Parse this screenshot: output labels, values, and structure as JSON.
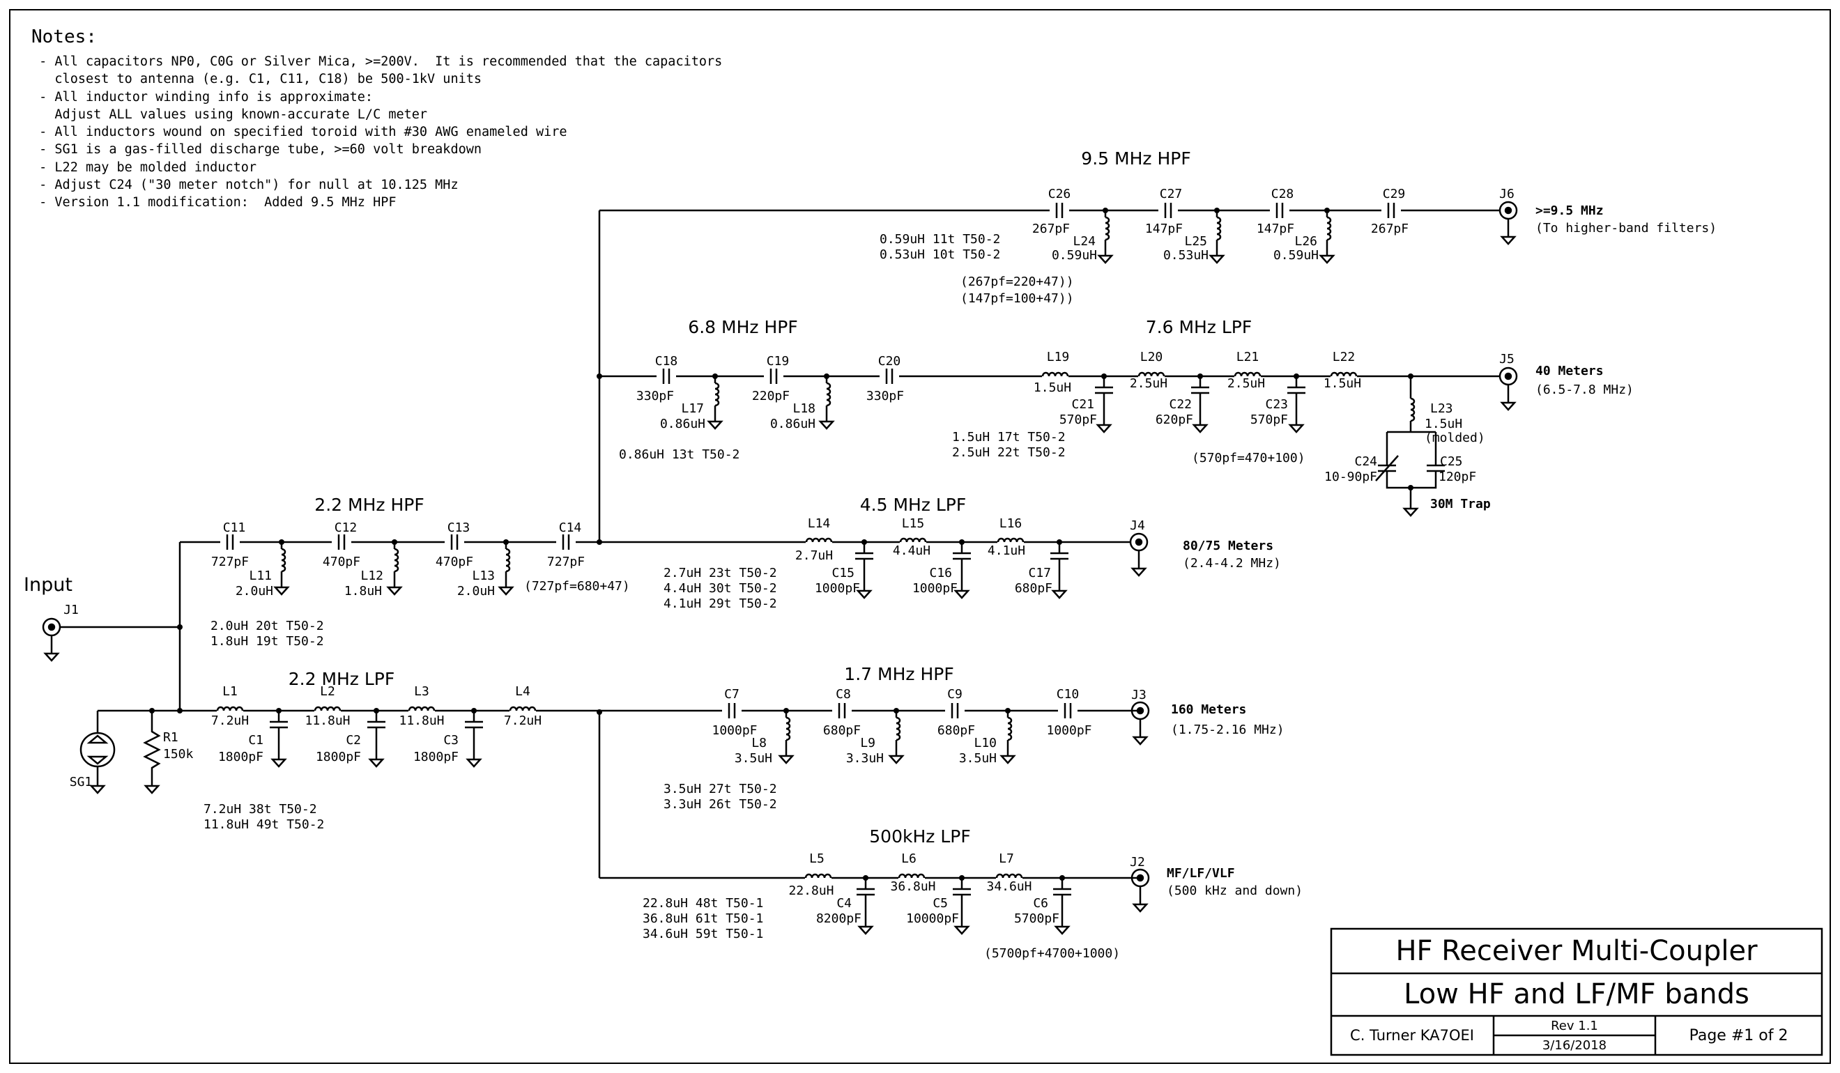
{
  "notes": {
    "title": "Notes:",
    "items": [
      " - All capacitors NP0, C0G or Silver Mica, >=200V.  It is recommended that the capacitors",
      "   closest to antenna (e.g. C1, C11, C18) be 500-1kV units",
      " - All inductor winding info is approximate:",
      "   Adjust ALL values using known-accurate L/C meter",
      " - All inductors wound on specified toroid with #30 AWG enameled wire",
      " - SG1 is a gas-filled discharge tube, >=60 volt breakdown",
      " - L22 may be molded inductor",
      " - Adjust C24 (\"30 meter notch\") for null at 10.125 MHz",
      " - Version 1.1 modification:  Added 9.5 MHz HPF"
    ]
  },
  "titleblock": {
    "title": "HF Receiver Multi-Coupler",
    "subtitle": "Low HF and LF/MF bands",
    "author": "C. Turner KA7OEI",
    "rev": "Rev 1.1",
    "date": "3/16/2018",
    "page": "Page #1 of 2"
  },
  "schematic": {
    "input_label": "Input",
    "sections": {
      "hpf_9_5": "9.5 MHz HPF",
      "hpf_6_8": "6.8 MHz HPF",
      "lpf_7_6": "7.6 MHz LPF",
      "hpf_2_2": "2.2 MHz HPF",
      "lpf_4_5": "4.5 MHz LPF",
      "lpf_2_2": "2.2 MHz LPF",
      "hpf_1_7": "1.7 MHz HPF",
      "lpf_500k": "500kHz LPF"
    },
    "connectors": [
      {
        "ref": "J1",
        "band": "",
        "range": ""
      },
      {
        "ref": "J6",
        "band": ">=9.5 MHz",
        "range": "(To higher-band filters)"
      },
      {
        "ref": "J5",
        "band": "40 Meters",
        "range": "(6.5-7.8 MHz)"
      },
      {
        "ref": "J4",
        "band": "80/75 Meters",
        "range": "(2.4-4.2 MHz)"
      },
      {
        "ref": "J3",
        "band": "160 Meters",
        "range": "(1.75-2.16 MHz)"
      },
      {
        "ref": "J2",
        "band": "MF/LF/VLF",
        "range": "(500 kHz and down)"
      }
    ],
    "components": {
      "C26": {
        "ref": "C26",
        "value": "267pF"
      },
      "C27": {
        "ref": "C27",
        "value": "147pF"
      },
      "C28": {
        "ref": "C28",
        "value": "147pF"
      },
      "C29": {
        "ref": "C29",
        "value": "267pF"
      },
      "L24": {
        "ref": "L24",
        "value": "0.59uH"
      },
      "L25": {
        "ref": "L25",
        "value": "0.53uH"
      },
      "L26": {
        "ref": "L26",
        "value": "0.59uH"
      },
      "C18": {
        "ref": "C18",
        "value": "330pF"
      },
      "C19": {
        "ref": "C19",
        "value": "220pF"
      },
      "C20": {
        "ref": "C20",
        "value": "330pF"
      },
      "L17": {
        "ref": "L17",
        "value": "0.86uH"
      },
      "L18": {
        "ref": "L18",
        "value": "0.86uH"
      },
      "L19": {
        "ref": "L19",
        "value": "1.5uH"
      },
      "L20": {
        "ref": "L20",
        "value": "2.5uH"
      },
      "L21": {
        "ref": "L21",
        "value": "2.5uH"
      },
      "L22": {
        "ref": "L22",
        "value": "1.5uH"
      },
      "C21": {
        "ref": "C21",
        "value": "570pF"
      },
      "C22": {
        "ref": "C22",
        "value": "620pF"
      },
      "C23": {
        "ref": "C23",
        "value": "570pF"
      },
      "L23": {
        "ref": "L23",
        "value": "1.5uH",
        "note": "(molded)"
      },
      "C24": {
        "ref": "C24",
        "value": "10-90pF"
      },
      "C25": {
        "ref": "C25",
        "value": "120pF"
      },
      "C11": {
        "ref": "C11",
        "value": "727pF"
      },
      "C12": {
        "ref": "C12",
        "value": "470pF"
      },
      "C13": {
        "ref": "C13",
        "value": "470pF"
      },
      "C14": {
        "ref": "C14",
        "value": "727pF"
      },
      "L11": {
        "ref": "L11",
        "value": "2.0uH"
      },
      "L12": {
        "ref": "L12",
        "value": "1.8uH"
      },
      "L13": {
        "ref": "L13",
        "value": "2.0uH"
      },
      "L14": {
        "ref": "L14",
        "value": "2.7uH"
      },
      "L15": {
        "ref": "L15",
        "value": "4.4uH"
      },
      "L16": {
        "ref": "L16",
        "value": "4.1uH"
      },
      "C15": {
        "ref": "C15",
        "value": "1000pF"
      },
      "C16": {
        "ref": "C16",
        "value": "1000pF"
      },
      "C17": {
        "ref": "C17",
        "value": "680pF"
      },
      "L1": {
        "ref": "L1",
        "value": "7.2uH"
      },
      "L2": {
        "ref": "L2",
        "value": "11.8uH"
      },
      "L3": {
        "ref": "L3",
        "value": "11.8uH"
      },
      "L4": {
        "ref": "L4",
        "value": "7.2uH"
      },
      "C1": {
        "ref": "C1",
        "value": "1800pF"
      },
      "C2": {
        "ref": "C2",
        "value": "1800pF"
      },
      "C3": {
        "ref": "C3",
        "value": "1800pF"
      },
      "R1": {
        "ref": "R1",
        "value": "150k"
      },
      "SG1": {
        "ref": "SG1",
        "value": ""
      },
      "C7": {
        "ref": "C7",
        "value": "1000pF"
      },
      "C8": {
        "ref": "C8",
        "value": "680pF"
      },
      "C9": {
        "ref": "C9",
        "value": "680pF"
      },
      "C10": {
        "ref": "C10",
        "value": "1000pF"
      },
      "L8": {
        "ref": "L8",
        "value": "3.5uH"
      },
      "L9": {
        "ref": "L9",
        "value": "3.3uH"
      },
      "L10": {
        "ref": "L10",
        "value": "3.5uH"
      },
      "L5": {
        "ref": "L5",
        "value": "22.8uH"
      },
      "L6": {
        "ref": "L6",
        "value": "36.8uH"
      },
      "L7": {
        "ref": "L7",
        "value": "34.6uH"
      },
      "C4": {
        "ref": "C4",
        "value": "8200pF"
      },
      "C5": {
        "ref": "C5",
        "value": "10000pF"
      },
      "C6": {
        "ref": "C6",
        "value": "5700pF"
      }
    },
    "winding_notes": {
      "w9_5a": "0.59uH 11t T50-2",
      "w9_5b": "0.53uH 10t T50-2",
      "cap9_5a": "(267pf=220+47))",
      "cap9_5b": "(147pf=100+47))",
      "w6_8": "0.86uH 13t T50-2",
      "w7_6a": "1.5uH 17t T50-2",
      "w7_6b": "2.5uH 22t T50-2",
      "cap7_6": "(570pf=470+100)",
      "trap": "30M Trap",
      "cap2_2": "(727pf=680+47)",
      "w2_2a": "2.0uH 20t T50-2",
      "w2_2b": "1.8uH 19t T50-2",
      "w4_5a": "2.7uH 23t T50-2",
      "w4_5b": "4.4uH 30t T50-2",
      "w4_5c": "4.1uH 29t T50-2",
      "wlpa": "7.2uH 38t T50-2",
      "wlpb": "11.8uH 49t T50-2",
      "w1_7a": "3.5uH 27t T50-2",
      "w1_7b": "3.3uH 26t T50-2",
      "w500a": "22.8uH 48t T50-1",
      "w500b": "36.8uH 61t T50-1",
      "w500c": "34.6uH 59t T50-1",
      "cap500": "(5700pf+4700+1000)"
    }
  }
}
